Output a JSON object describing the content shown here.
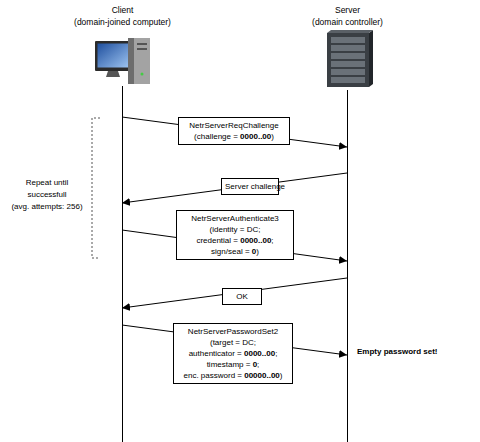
{
  "diagram": {
    "nodes": [
      {
        "text": [
          "Client",
          "(domain-joined computer)"
        ]
      },
      {
        "text": [
          "Server",
          "(domain controller)"
        ]
      },
      {
        "text": [
          "NetrServerReqChallenge",
          "(challenge = 0000..00)"
        ]
      },
      {
        "text": [
          "Server challenge"
        ]
      },
      {
        "text": [
          "NetrServerAuthenticate3",
          "(identity = DC;",
          "credential = 0000..00;",
          "sign/seal = 0)"
        ]
      },
      {
        "text": [
          "OK"
        ]
      },
      {
        "text": [
          "NetrServerPasswordSet2",
          "(target = DC;",
          "authenticator = 0000..00;",
          "timestamp = 0;",
          "enc. password = 00000..00)"
        ]
      }
    ],
    "edges": [
      {
        "from": 0,
        "to": 2,
        "arrow": "none"
      },
      {
        "from": 2,
        "to": 1,
        "arrow": "to"
      },
      {
        "from": 1,
        "to": 3,
        "arrow": "none"
      },
      {
        "from": 3,
        "to": 0,
        "arrow": "to"
      },
      {
        "from": 0,
        "to": 4,
        "arrow": "none"
      },
      {
        "from": 4,
        "to": 1,
        "arrow": "to"
      },
      {
        "from": 1,
        "to": 5,
        "arrow": "none"
      },
      {
        "from": 5,
        "to": 0,
        "arrow": "to"
      },
      {
        "from": 0,
        "to": 6,
        "arrow": "none"
      },
      {
        "from": 6,
        "to": 1,
        "arrow": "to"
      }
    ],
    "labels": [
      "Repeat until",
      "successfull",
      "(avg. attempts: 256)",
      "Empty password set!"
    ]
  }
}
